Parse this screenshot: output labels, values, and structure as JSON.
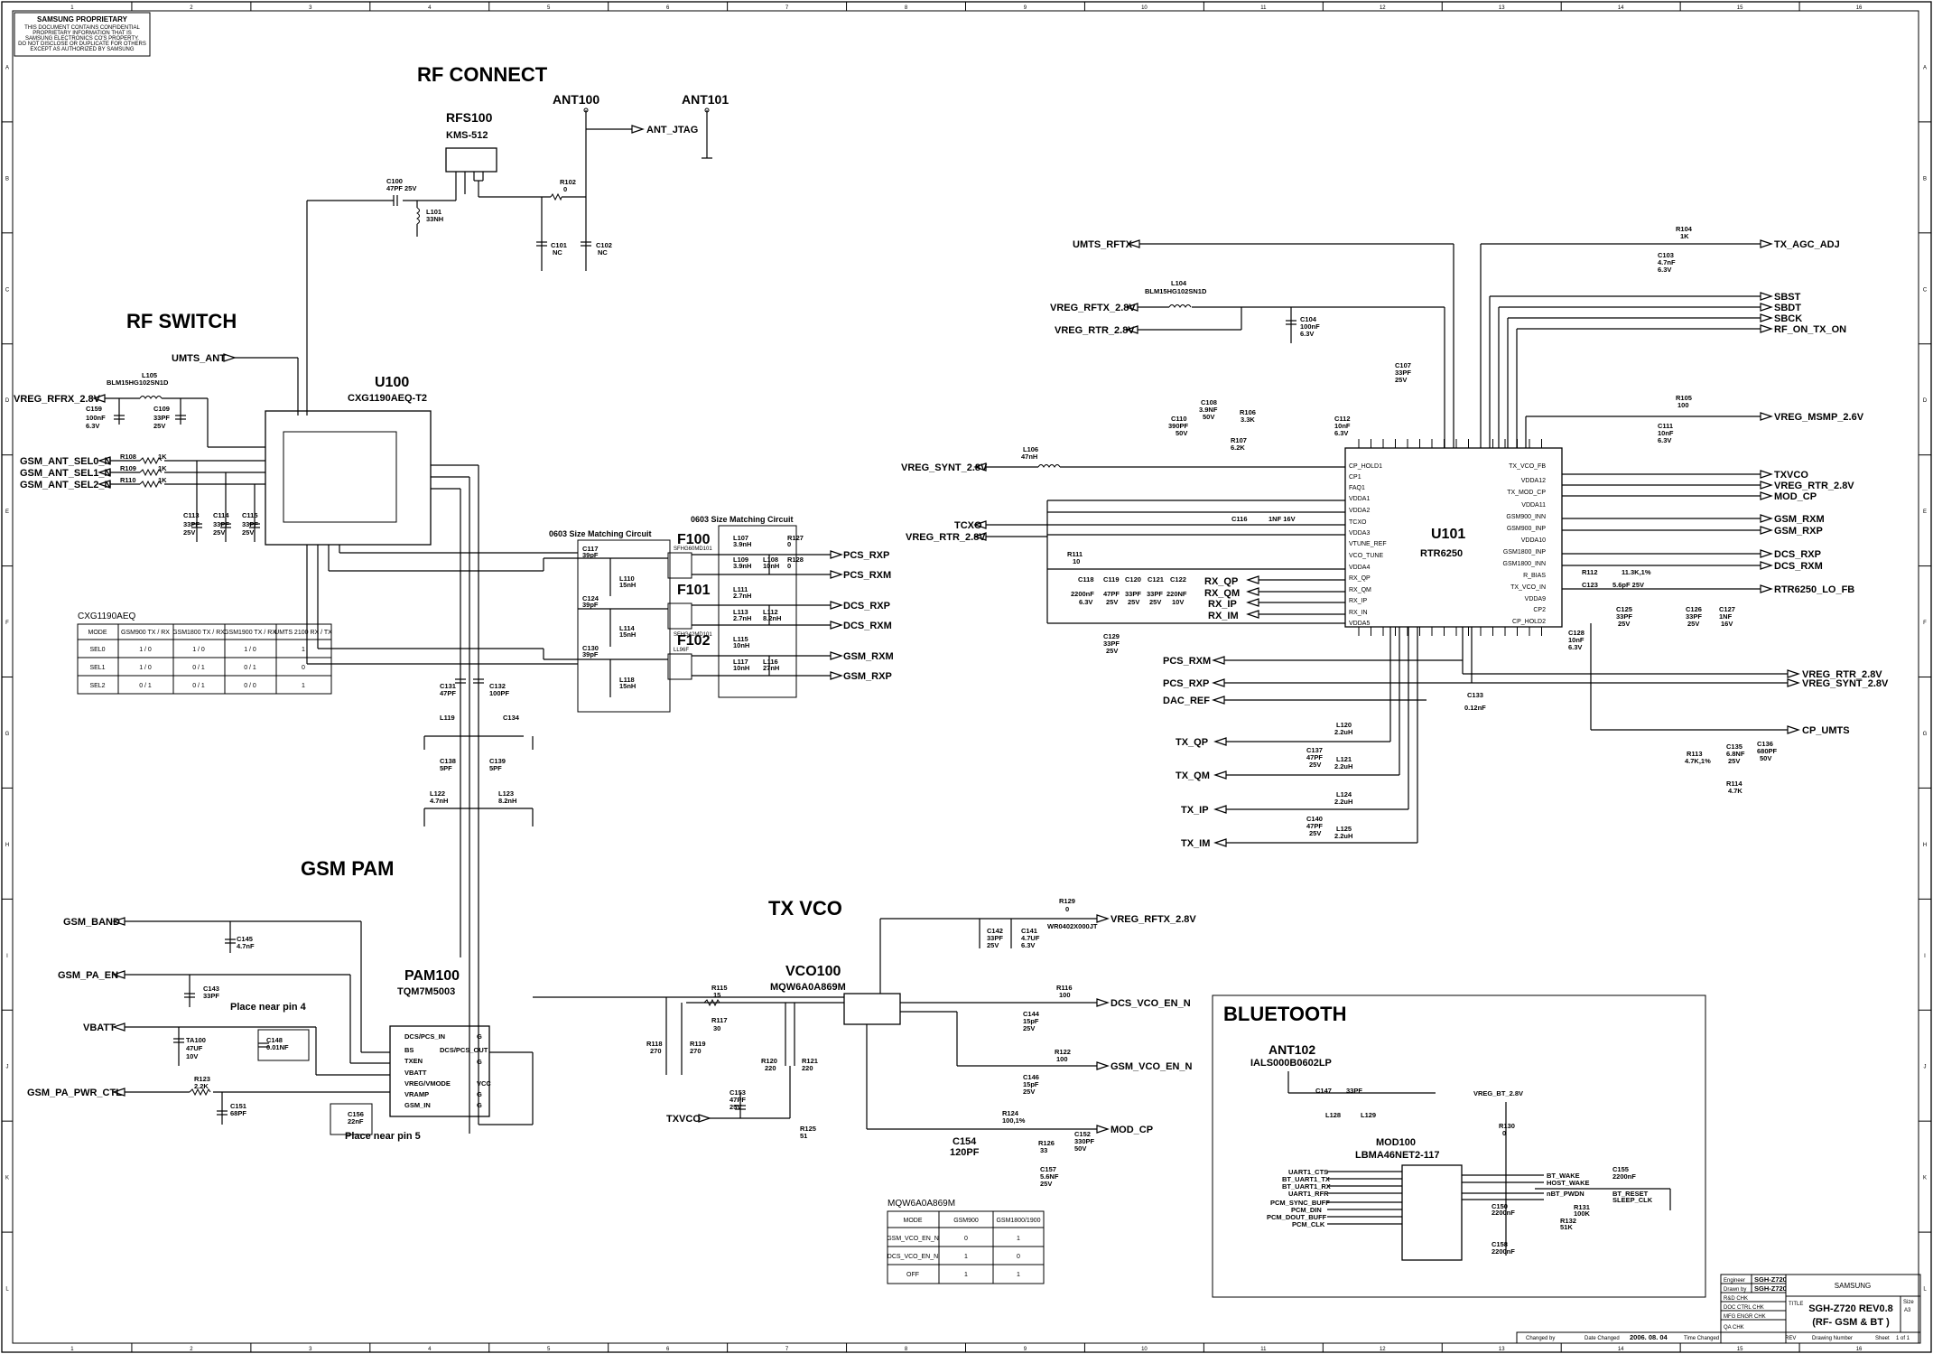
{
  "header": {
    "proprietary_title": "SAMSUNG PROPRIETARY",
    "proprietary_lines": [
      "THIS DOCUMENT CONTAINS CONFIDENTIAL",
      "PROPRIETARY INFORMATION THAT IS",
      "SAMSUNG ELECTRONICS CO'S PROPERTY.",
      "DO NOT DISCLOSE OR DUPLICATE FOR OTHERS",
      "EXCEPT AS AUTHORIZED BY SAMSUNG"
    ]
  },
  "border": {
    "columns": [
      "1",
      "2",
      "3",
      "4",
      "5",
      "6",
      "7",
      "8",
      "9",
      "10",
      "11",
      "12",
      "13",
      "14",
      "15",
      "16"
    ],
    "rows": [
      "A",
      "B",
      "C",
      "D",
      "E",
      "F",
      "G",
      "H",
      "I",
      "J",
      "K",
      "L"
    ]
  },
  "sections": {
    "rf_connect": "RF CONNECT",
    "rf_switch": "RF SWITCH",
    "gsm_pam": "GSM PAM",
    "tx_vco": "TX VCO",
    "bluetooth": "BLUETOOTH"
  },
  "chips": {
    "rfs100": {
      "ref": "RFS100",
      "part": "KMS-512"
    },
    "ant100": "ANT100",
    "ant101": "ANT101",
    "u100": {
      "ref": "U100",
      "part": "CXG1190AEQ-T2"
    },
    "u101": {
      "ref": "U101",
      "part": "RTR6250"
    },
    "pam100": {
      "ref": "PAM100",
      "part": "TQM7M5003"
    },
    "vco100": {
      "ref": "VCO100",
      "part": "MQW6A0A869M"
    },
    "mod100": {
      "ref": "MOD100",
      "part": "LBMA46NET2-117"
    },
    "ant102": {
      "ref": "ANT102",
      "part": "IALS000B0602LP"
    },
    "f100": {
      "ref": "F100",
      "part": "SFHG60MD101"
    },
    "f101": {
      "ref": "F101",
      "part": "SFHG42MD101"
    },
    "f102": {
      "ref": "F102",
      "part": "LL96F"
    }
  },
  "nets": {
    "ant_jtag": "ANT_JTAG",
    "umts_ant": "UMTS_ANT",
    "vreg_rfrx": "VREG_RFRX_2.8V",
    "gsm_ant_sel0": "GSM_ANT_SEL0_N",
    "gsm_ant_sel1": "GSM_ANT_SEL1_N",
    "gsm_ant_sel2": "GSM_ANT_SEL2_N",
    "umts_rftx": "UMTS_RFTX",
    "vreg_rftx": "VREG_RFTX_2.8V",
    "vreg_rtr": "VREG_RTR_2.8V",
    "vreg_synt": "VREG_SYNT_2.8V",
    "tcxo": "TCXO",
    "vreg_rtr2": "VREG_RTR_2.8V",
    "pcs_rxp": "PCS_RXP",
    "pcs_rxm": "PCS_RXM",
    "dcs_rxp": "DCS_RXP",
    "dcs_rxm": "DCS_RXM",
    "gsm_rxm": "GSM_RXM",
    "gsm_rxp": "GSM_RXP",
    "rx_qp": "RX_QP",
    "rx_qm": "RX_QM",
    "rx_ip": "RX_IP",
    "rx_im": "RX_IM",
    "pcs_rxm2": "PCS_RXM",
    "pcs_rxp2": "PCS_RXP",
    "dac_ref": "DAC_REF",
    "tx_qp": "TX_QP",
    "tx_qm": "TX_QM",
    "tx_ip": "TX_IP",
    "tx_im": "TX_IM",
    "tx_agc_adj": "TX_AGC_ADJ",
    "sbst": "SBST",
    "sbdt": "SBDT",
    "sbck": "SBCK",
    "rf_on_tx_on": "RF_ON_TX_ON",
    "vreg_msmp": "VREG_MSMP_2.6V",
    "txvco_r": "TXVCO",
    "vreg_rtr_r": "VREG_RTR_2.8V",
    "mod_cp": "MOD_CP",
    "gsm_rxm_r": "GSM_RXM",
    "gsm_rxp_r": "GSM_RXP",
    "dcs_rxp_r": "DCS_RXP",
    "dcs_rxm_r": "DCS_RXM",
    "rtr_lo_fb": "RTR6250_LO_FB",
    "vreg_rtr_r2": "VREG_RTR_2.8V",
    "vreg_synt_r2": "VREG_SYNT_2.8V",
    "cp_umts": "CP_UMTS",
    "gsm_band": "GSM_BAND",
    "gsm_pa_en": "GSM_PA_EN",
    "vbatt": "VBATT",
    "gsm_pa_pwr_ctl": "GSM_PA_PWR_CTL",
    "vreg_rftx2": "VREG_RFTX_2.8V",
    "dcs_vco_en": "DCS_VCO_EN_N",
    "gsm_vco_en": "GSM_VCO_EN_N",
    "txvco": "TXVCO",
    "mod_cp2": "MOD_CP",
    "vreg_bt": "VREG_BT_2.8V"
  },
  "notes": {
    "matching1": "0603 Size Matching Circuit",
    "matching2": "0603 Size Matching Circuit",
    "pin4": "Place near pin 4",
    "pin5": "Place near pin 5",
    "cxg_title": "CXG1190AEQ",
    "vco_title": "MQW6A0A869M"
  },
  "cxg_table": {
    "headers": [
      "MODE",
      "GSM900 TX / RX",
      "GSM1800 TX / RX",
      "GSM1900 TX / RX",
      "UMTS 2100 RX / TX"
    ],
    "rows": [
      [
        "SEL0",
        "1 / 0",
        "1 / 0",
        "1 / 0",
        "1"
      ],
      [
        "SEL1",
        "1 / 0",
        "0 / 1",
        "0 / 1",
        "0"
      ],
      [
        "SEL2",
        "0 / 1",
        "0 / 1",
        "0 / 0",
        "1"
      ]
    ]
  },
  "vco_table": {
    "headers": [
      "MODE",
      "GSM900",
      "GSM1800/1900"
    ],
    "rows": [
      [
        "GSM_VCO_EN_N",
        "0",
        "1"
      ],
      [
        "DCS_VCO_EN_N",
        "1",
        "0"
      ],
      [
        "OFF",
        "1",
        "1"
      ]
    ]
  },
  "title_block": {
    "engineer_label": "Engineer",
    "engineer": "SGH-Z720",
    "drawn_label": "Drawn by",
    "drawn": "SGH-Z720",
    "r_and_d": "R&D CHK",
    "doc_ctrl": "DOC CTRL CHK",
    "mfg": "MFG ENGR CHK",
    "qa": "QA CHK",
    "company": "SAMSUNG",
    "title_label": "TITLE",
    "title1": "SGH-Z720 REV0.8",
    "title2": "(RF- GSM & BT )",
    "size_label": "Size",
    "size": "A3",
    "changed_by": "Changed by",
    "date_changed_label": "Date Changed",
    "date_changed": "2006. 08. 04",
    "time_changed": "Time Changed",
    "rev": "REV",
    "drawing_number": "Drawing Number",
    "sheet_label": "Sheet",
    "sheet": "1 of 1"
  },
  "components": [
    {
      "id": "c100",
      "ref": "C100",
      "val": "47PF 25V"
    },
    {
      "id": "l101",
      "ref": "L101",
      "val": "33NH"
    },
    {
      "id": "r102",
      "ref": "R102",
      "val": "0"
    },
    {
      "id": "c101",
      "ref": "C101",
      "val": "NC"
    },
    {
      "id": "c102",
      "ref": "C102",
      "val": "NC"
    },
    {
      "id": "l105",
      "ref": "L105",
      "val": "BLM15HG102SN1D"
    },
    {
      "id": "c159",
      "ref": "C159",
      "val": "100nF 6.3V"
    },
    {
      "id": "c109",
      "ref": "C109",
      "val": "33PF 25V"
    },
    {
      "id": "r108",
      "ref": "R108",
      "val": "1K"
    },
    {
      "id": "r109",
      "ref": "R109",
      "val": "1K"
    },
    {
      "id": "r110",
      "ref": "R110",
      "val": "1K"
    },
    {
      "id": "c113",
      "ref": "C113",
      "val": "33PF 25V"
    },
    {
      "id": "c114",
      "ref": "C114",
      "val": "33PF 25V"
    },
    {
      "id": "c115",
      "ref": "C115",
      "val": "33PF 25V"
    }
  ]
}
